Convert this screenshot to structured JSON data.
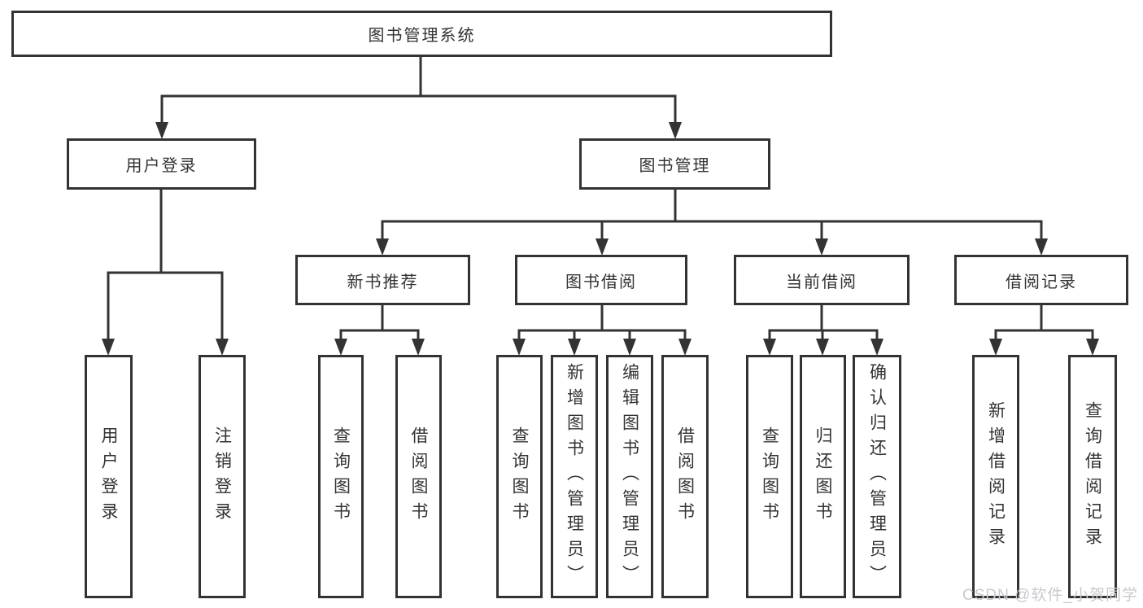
{
  "colors": {
    "line": "#333333",
    "text": "#333333",
    "background": "#ffffff",
    "watermark": "#c9c9ce"
  },
  "watermark": {
    "text": "CSDN @软件_小贺同学"
  },
  "diagram": {
    "type": "hierarchy-tree",
    "root": {
      "label": "图书管理系统"
    },
    "branches": [
      {
        "label": "用户登录",
        "children": [
          {
            "label": "用户登录"
          },
          {
            "label": "注销登录"
          }
        ]
      },
      {
        "label": "图书管理",
        "children": [
          {
            "label": "新书推荐",
            "children": [
              {
                "label": "查询图书"
              },
              {
                "label": "借阅图书"
              }
            ]
          },
          {
            "label": "图书借阅",
            "children": [
              {
                "label": "查询图书"
              },
              {
                "label": "新增图书（管理员）"
              },
              {
                "label": "编辑图书（管理员）"
              },
              {
                "label": "借阅图书"
              }
            ]
          },
          {
            "label": "当前借阅",
            "children": [
              {
                "label": "查询图书"
              },
              {
                "label": "归还图书"
              },
              {
                "label": "确认归还（管理员）"
              }
            ]
          },
          {
            "label": "借阅记录",
            "children": [
              {
                "label": "新增借阅记录"
              },
              {
                "label": "查询借阅记录"
              }
            ]
          }
        ]
      }
    ]
  }
}
